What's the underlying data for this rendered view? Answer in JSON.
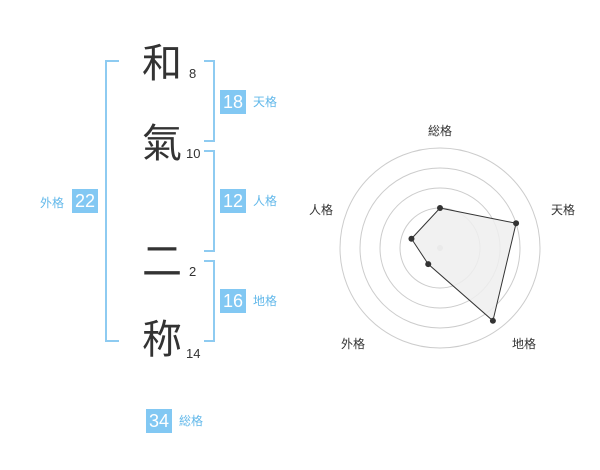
{
  "name": {
    "chars": [
      {
        "char": "和",
        "strokes": "8"
      },
      {
        "char": "氣",
        "strokes": "10"
      },
      {
        "char": "二",
        "strokes": "2"
      },
      {
        "char": "称",
        "strokes": "14"
      }
    ]
  },
  "scores": {
    "tenkaku": {
      "label": "天格",
      "value": "18"
    },
    "jinkaku": {
      "label": "人格",
      "value": "12"
    },
    "chikaku": {
      "label": "地格",
      "value": "16"
    },
    "gaikaku": {
      "label": "外格",
      "value": "22"
    },
    "soukaku": {
      "label": "総格",
      "value": "34"
    }
  },
  "colors": {
    "accent": "#82c8f3",
    "bracket": "#8ecbf1",
    "label": "#62b8ea",
    "polygon_fill": "#eeeeee",
    "grid": "#cccccc"
  },
  "chart_data": {
    "type": "radar",
    "axes": [
      "総格",
      "天格",
      "地格",
      "外格",
      "人格"
    ],
    "series": [
      {
        "values": [
          2.0,
          4.0,
          4.5,
          1.0,
          1.5
        ]
      }
    ],
    "range": [
      0,
      5
    ],
    "rings": 4
  }
}
